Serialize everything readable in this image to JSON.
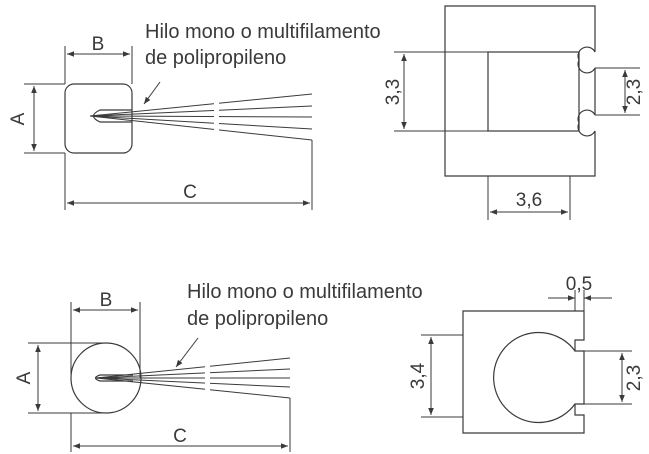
{
  "top": {
    "annotation_line1": "Hilo mono o multifilamento",
    "annotation_line2": "de polipropileno",
    "label_a": "A",
    "label_b": "B",
    "label_c": "C",
    "dim_height": "3,3",
    "dim_opening": "2,3",
    "dim_width": "3,6"
  },
  "bottom": {
    "annotation_line1": "Hilo mono o multifilamento",
    "annotation_line2": "de polipropileno",
    "label_a": "A",
    "label_b": "B",
    "label_c": "C",
    "dim_height": "3,4",
    "dim_opening": "2,3",
    "dim_wall": "0,5"
  }
}
